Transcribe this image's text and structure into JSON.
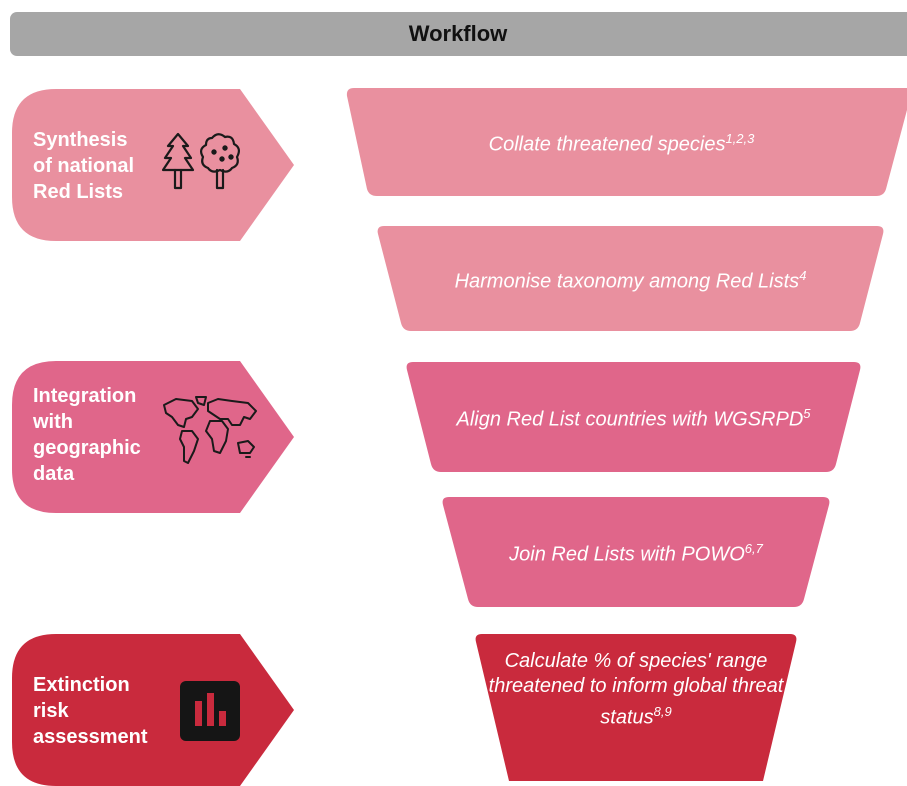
{
  "header": {
    "title": "Workflow"
  },
  "colors": {
    "header_bg": "#a6a6a6",
    "stage1": "#e9909f",
    "stage2": "#e0668a",
    "stage3": "#c92a3d",
    "step1": "#e9909f",
    "step2": "#e9909f",
    "step3": "#e0668a",
    "step4": "#e0668a",
    "step5": "#c92a3d"
  },
  "stages": [
    {
      "label": "Synthesis\nof national\nRed Lists",
      "icon": "trees-icon"
    },
    {
      "label": "Integration\nwith\ngeographic\ndata",
      "icon": "world-map-icon"
    },
    {
      "label": "Extinction\nrisk\nassessment",
      "icon": "bar-chart-icon"
    }
  ],
  "steps": [
    {
      "text": "Collate threatened species",
      "refs": "1,2,3"
    },
    {
      "text": "Harmonise taxonomy among Red Lists",
      "refs": "4"
    },
    {
      "text": "Align Red List countries with WGSRPD",
      "refs": "5"
    },
    {
      "text": "Join Red Lists with POWO",
      "refs": "6,7"
    },
    {
      "text": "Calculate % of species' range threatened to inform global threat status",
      "refs": "8,9"
    }
  ]
}
